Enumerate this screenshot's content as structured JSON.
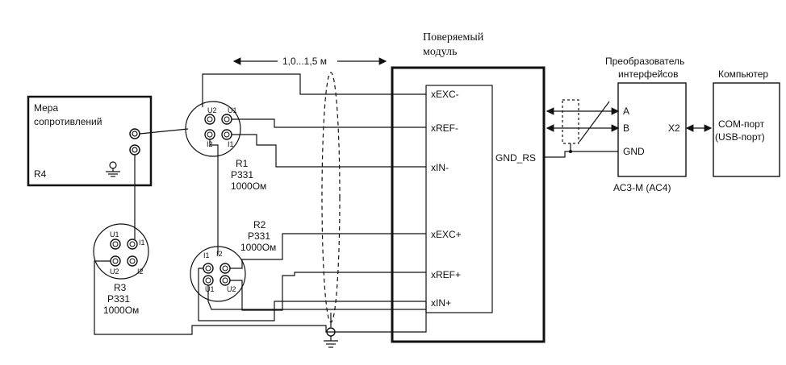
{
  "cable_length": "1,0...1,5 м",
  "module_title_line1": "Поверяемый",
  "module_title_line2": "модуль",
  "module_pins": {
    "xexc_minus": "xEXC-",
    "xref_minus": "xREF-",
    "xin_minus": "xIN-",
    "xexc_plus": "xEXC+",
    "xref_plus": "xREF+",
    "xin_plus": "xIN+",
    "gnd_rs": "GND_RS"
  },
  "measure_box": {
    "title_line1": "Мера",
    "title_line2": "сопротивлений",
    "label": "R4"
  },
  "r1": {
    "name": "R1",
    "model": "Р331",
    "value": "1000Ом",
    "pins": {
      "u2": "U2",
      "u1": "U1",
      "i2": "I2",
      "i1": "I1"
    }
  },
  "r2": {
    "name": "R2",
    "model": "Р331",
    "value": "1000Ом",
    "pins": {
      "i1": "I1",
      "i2": "I2",
      "u1": "U1",
      "u2": "U2"
    }
  },
  "r3": {
    "name": "R3",
    "model": "Р331",
    "value": "1000Ом",
    "pins": {
      "u1": "U1",
      "i1": "I1",
      "u2": "U2",
      "i2": "I2"
    }
  },
  "converter": {
    "title_line1": "Преобразователь",
    "title_line2": "интерфейсов",
    "pin_a": "A",
    "pin_b": "B",
    "pin_gnd": "GND",
    "pin_x2": "X2",
    "model": "АС3-М  (АС4)"
  },
  "computer": {
    "title": "Компьютер",
    "port_line1": "COM-порт",
    "port_line2": "(USB-порт)"
  }
}
